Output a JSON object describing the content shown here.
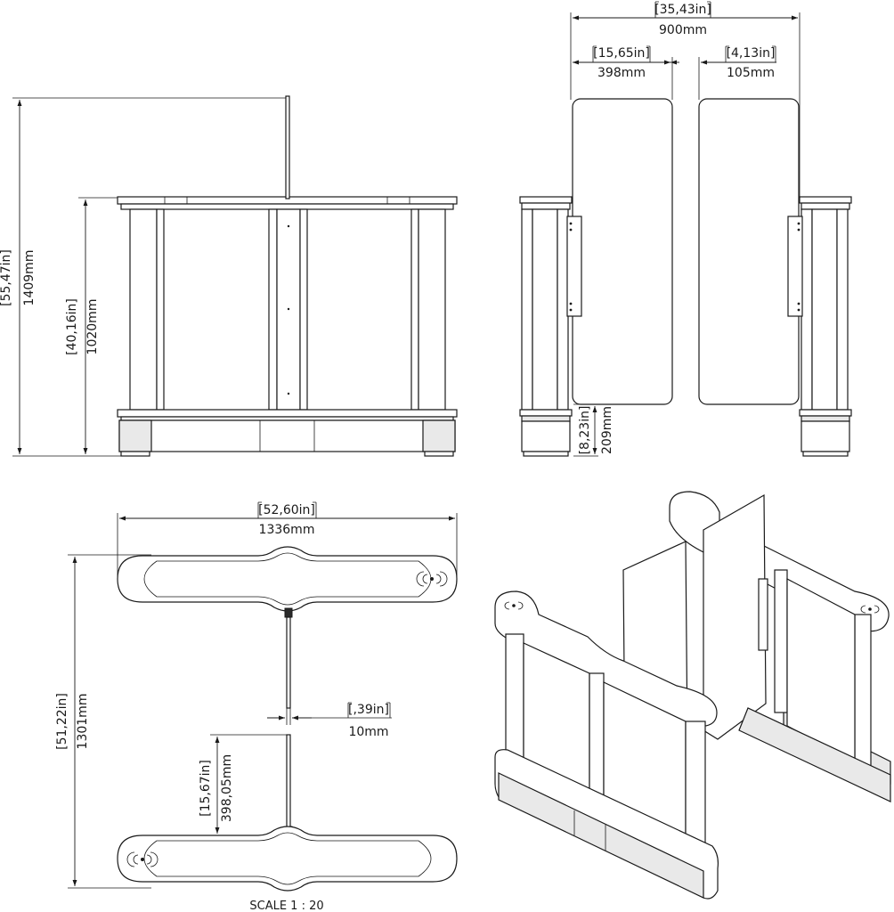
{
  "front_view": {
    "height_total_in": "[55,47in]",
    "height_total_mm": "1409mm",
    "height_body_in": "[40,16in]",
    "height_body_mm": "1020mm"
  },
  "side_view": {
    "width_total_in": "[35,43in]",
    "width_total_mm": "900mm",
    "left_panel_in": "[15,65in]",
    "left_panel_mm": "398mm",
    "right_panel_in": "[4,13in]",
    "right_panel_mm": "105mm",
    "ground_gap_in": "[8,23in]",
    "ground_gap_mm": "209mm"
  },
  "top_view": {
    "width_in": "[52,60in]",
    "width_mm": "1336mm",
    "depth_in": "[51,22in]",
    "depth_mm": "1301mm",
    "panel_gap_in": "[,39in]",
    "panel_gap_mm": "10mm",
    "panel_len_in": "[15,67in]",
    "panel_len_mm": "398,05mm"
  },
  "scale_label": "SCALE 1 : 20"
}
